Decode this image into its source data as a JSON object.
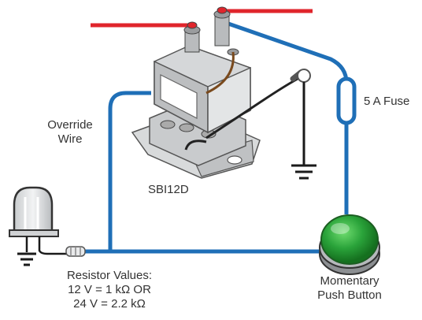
{
  "labels": {
    "override_line1": "Override",
    "override_line2": "Wire",
    "model": "SBI12D",
    "fuse": "5 A Fuse",
    "resistor_title": "Resistor Values:",
    "resistor_line1": "12 V = 1 kΩ OR",
    "resistor_line2": "24 V = 2.2 kΩ",
    "button_line1": "Momentary",
    "button_line2": "Push Button"
  },
  "colors": {
    "wire_blue": "#1f6fb7",
    "wire_red": "#e0252c",
    "button_green": "#2aa33a",
    "body_gray": "#cfd1d3",
    "ground_black": "#1a1a1a"
  },
  "icons": [
    "relay-icon",
    "fuse-icon",
    "ground-icon",
    "led-icon",
    "resistor-icon",
    "push-button-icon"
  ]
}
